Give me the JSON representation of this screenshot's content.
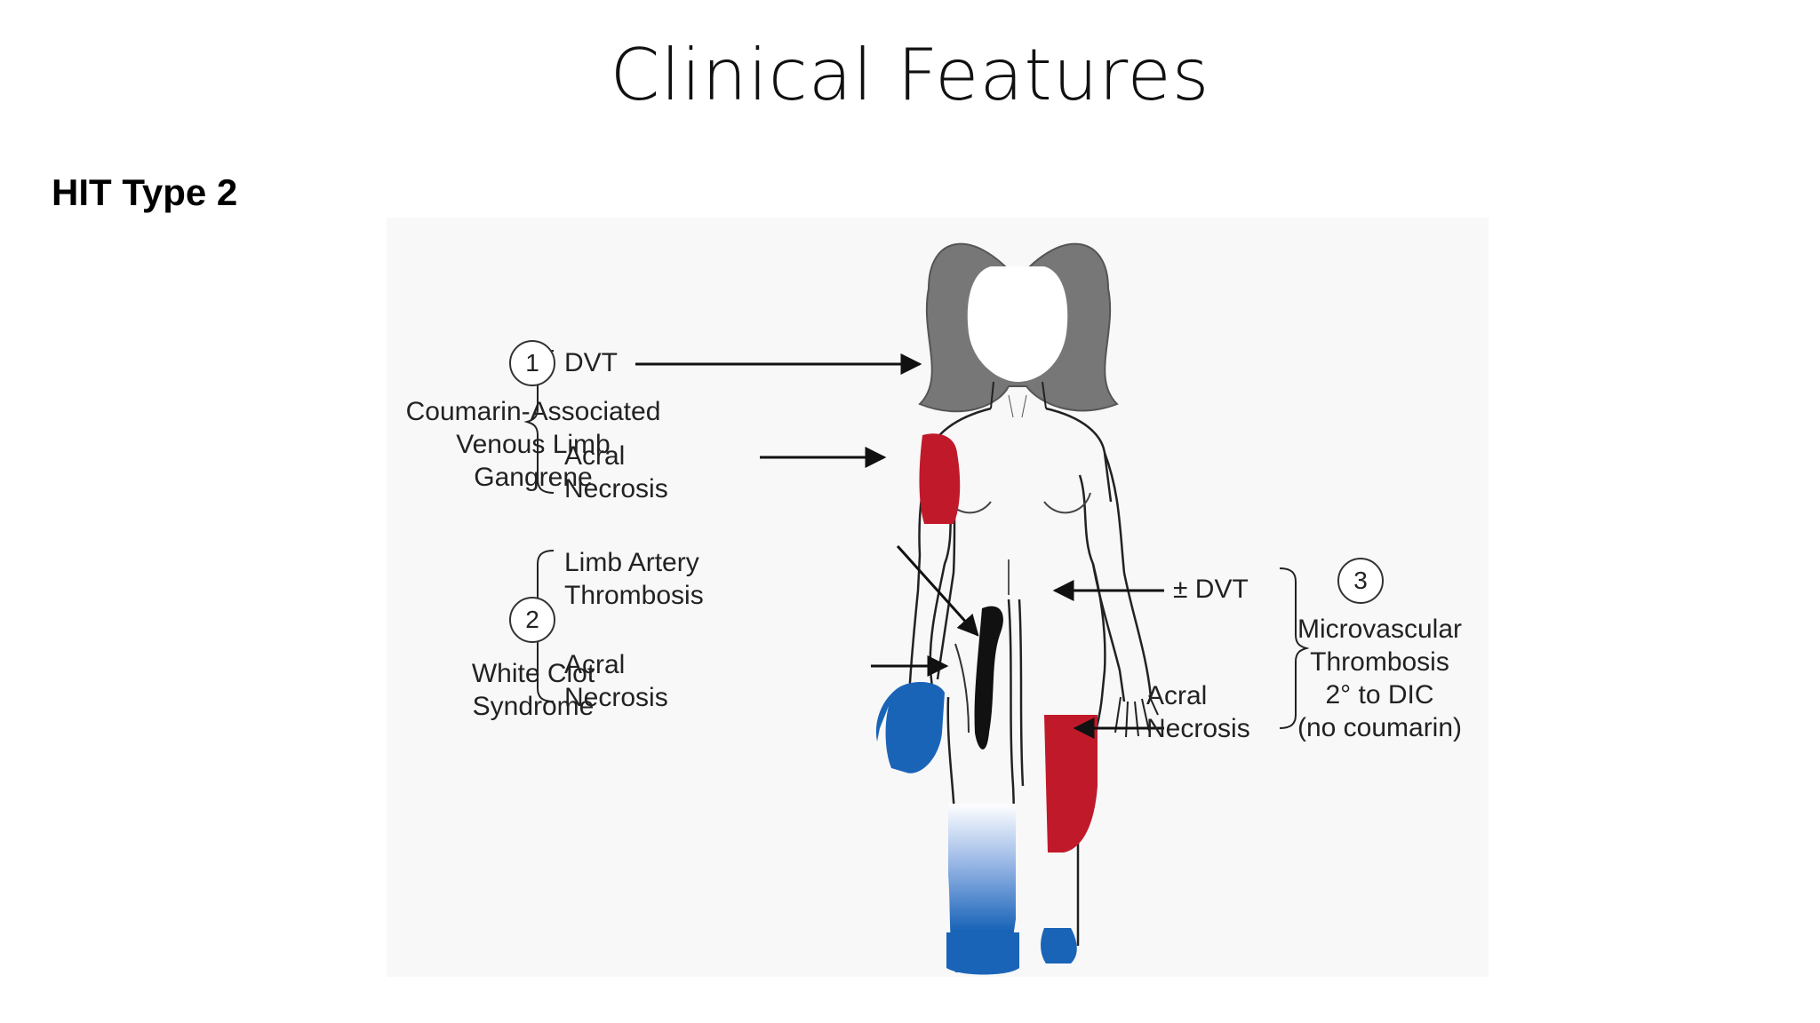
{
  "slide": {
    "title": "Clinical Features",
    "subheading": "HIT Type 2"
  },
  "figure": {
    "groups": [
      {
        "number": "1",
        "label_lines": [
          "Coumarin-Associated",
          "Venous Limb",
          "Gangrene"
        ]
      },
      {
        "number": "2",
        "label_lines": [
          "White Clot",
          "Syndrome"
        ]
      },
      {
        "number": "3",
        "label_lines": [
          "Microvascular",
          "Thrombosis",
          "2° to DIC",
          "(no coumarin)"
        ]
      }
    ],
    "findings": {
      "dvt_arm": "DVT",
      "acral_necrosis_hand": [
        "Acral",
        "Necrosis"
      ],
      "limb_artery_thrombosis": [
        "Limb Artery",
        "Thrombosis"
      ],
      "acral_necrosis_foot": [
        "Acral",
        "Necrosis"
      ],
      "dvt_leg": "± DVT",
      "acral_necrosis_right_foot": [
        "Acral",
        "Necrosis"
      ]
    },
    "colors": {
      "venous_red": "#c01a2a",
      "arterial_blue": "#1a64b8",
      "hair_gray": "#777777",
      "outline": "#222222"
    }
  }
}
